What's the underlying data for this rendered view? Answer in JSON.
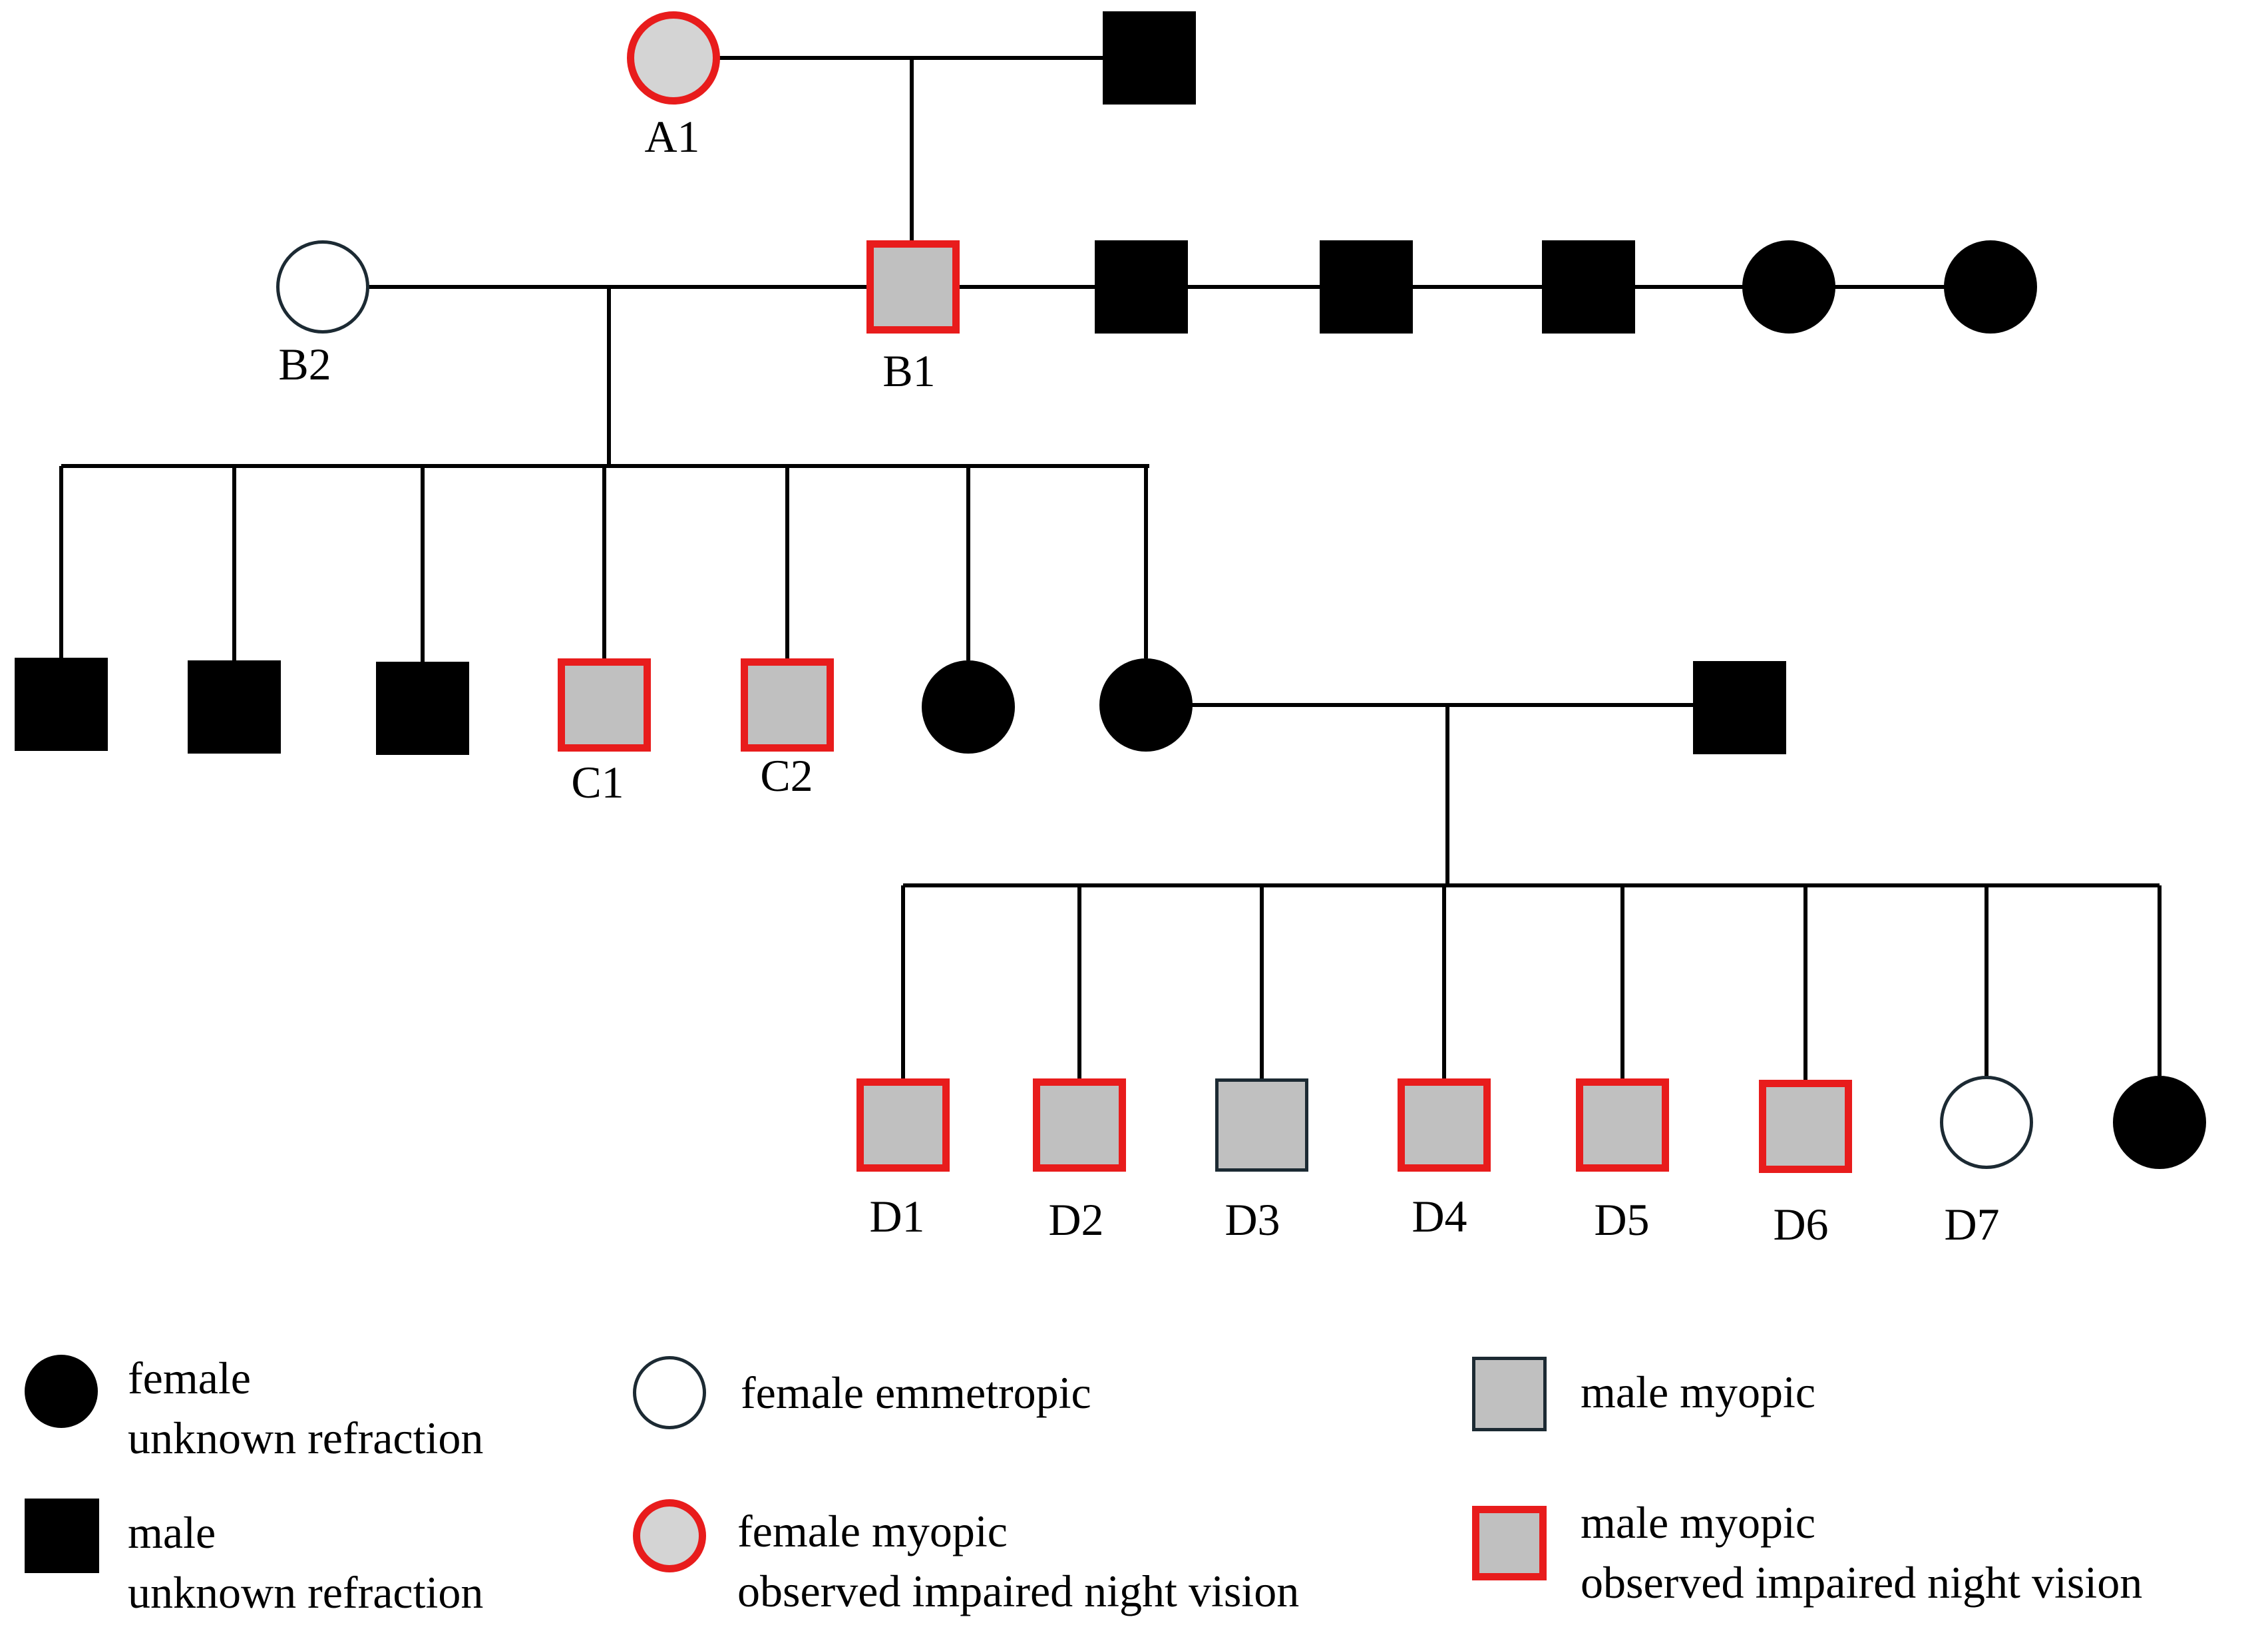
{
  "colors": {
    "unknown": "#000000",
    "myopic_fill": "#c0c0c0",
    "female_myopic_fill": "#d4d4d4",
    "impaired_outline": "#e81c1c",
    "emmetropic_fill": "#ffffff",
    "myopic_outline": "#1c2a33",
    "line": "#000000"
  },
  "individuals": [
    {
      "id": "A1",
      "label": "A1",
      "sex": "female",
      "status": "myopic-impaired"
    },
    {
      "id": "A2",
      "label": "",
      "sex": "male",
      "status": "unknown"
    },
    {
      "id": "B2",
      "label": "B2",
      "sex": "female",
      "status": "emmetropic"
    },
    {
      "id": "B1",
      "label": "B1",
      "sex": "male",
      "status": "myopic-impaired"
    },
    {
      "id": "B3",
      "label": "",
      "sex": "male",
      "status": "unknown"
    },
    {
      "id": "B4",
      "label": "",
      "sex": "male",
      "status": "unknown"
    },
    {
      "id": "B5",
      "label": "",
      "sex": "male",
      "status": "unknown"
    },
    {
      "id": "B6",
      "label": "",
      "sex": "female",
      "status": "unknown"
    },
    {
      "id": "B7",
      "label": "",
      "sex": "female",
      "status": "unknown"
    },
    {
      "id": "C3",
      "label": "",
      "sex": "male",
      "status": "unknown"
    },
    {
      "id": "C4",
      "label": "",
      "sex": "male",
      "status": "unknown"
    },
    {
      "id": "C5",
      "label": "",
      "sex": "male",
      "status": "unknown"
    },
    {
      "id": "C1",
      "label": "C1",
      "sex": "male",
      "status": "myopic-impaired"
    },
    {
      "id": "C2",
      "label": "C2",
      "sex": "male",
      "status": "myopic-impaired"
    },
    {
      "id": "C6",
      "label": "",
      "sex": "female",
      "status": "unknown"
    },
    {
      "id": "C7",
      "label": "",
      "sex": "female",
      "status": "unknown"
    },
    {
      "id": "C8",
      "label": "",
      "sex": "male",
      "status": "unknown"
    },
    {
      "id": "D1",
      "label": "D1",
      "sex": "male",
      "status": "myopic-impaired"
    },
    {
      "id": "D2",
      "label": "D2",
      "sex": "male",
      "status": "myopic-impaired"
    },
    {
      "id": "D3",
      "label": "D3",
      "sex": "male",
      "status": "myopic"
    },
    {
      "id": "D4",
      "label": "D4",
      "sex": "male",
      "status": "myopic-impaired"
    },
    {
      "id": "D5",
      "label": "D5",
      "sex": "male",
      "status": "myopic-impaired"
    },
    {
      "id": "D6",
      "label": "D6",
      "sex": "male",
      "status": "myopic-impaired"
    },
    {
      "id": "D7",
      "label": "D7",
      "sex": "female",
      "status": "emmetropic"
    },
    {
      "id": "D8",
      "label": "",
      "sex": "female",
      "status": "unknown"
    }
  ],
  "couples": [
    {
      "a": "A1",
      "b": "A2",
      "children": [
        "B1"
      ]
    },
    {
      "a": "B2",
      "b": "B1",
      "children": [
        "C3",
        "C4",
        "C5",
        "C1",
        "C2",
        "C6",
        "C7"
      ]
    },
    {
      "a": "C7",
      "b": "C8",
      "children": [
        "D1",
        "D2",
        "D3",
        "D4",
        "D5",
        "D6",
        "D7",
        "D8"
      ]
    }
  ],
  "sibling_links": [
    {
      "from": "B1",
      "to": "B7"
    }
  ],
  "legend": [
    {
      "sex": "female",
      "status": "unknown",
      "lines": [
        "female",
        "unknown refraction"
      ]
    },
    {
      "sex": "female",
      "status": "emmetropic",
      "lines": [
        "female emmetropic"
      ]
    },
    {
      "sex": "male",
      "status": "myopic",
      "lines": [
        "male myopic"
      ]
    },
    {
      "sex": "male",
      "status": "unknown",
      "lines": [
        "male",
        "unknown refraction"
      ]
    },
    {
      "sex": "female",
      "status": "myopic-impaired",
      "lines": [
        "female myopic",
        "observed impaired night vision"
      ]
    },
    {
      "sex": "male",
      "status": "myopic-impaired",
      "lines": [
        "male myopic",
        "observed impaired night vision"
      ]
    }
  ]
}
